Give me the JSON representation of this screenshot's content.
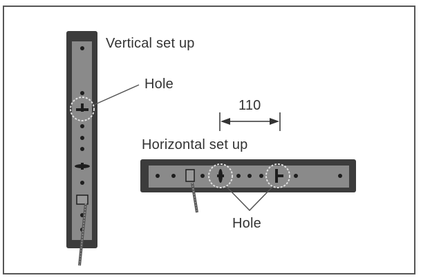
{
  "diagram": {
    "vertical_label": "Vertical set up",
    "vertical_hole_label": "Hole",
    "horizontal_label": "Horizontal set up",
    "horizontal_hole_label": "Hole",
    "dimension_value": "110",
    "colors": {
      "frame": "#555555",
      "bar_outer": "#3c3c3c",
      "bar_inner": "#8a8a8a",
      "hole": "#1e1e1e",
      "text": "#333333"
    }
  }
}
